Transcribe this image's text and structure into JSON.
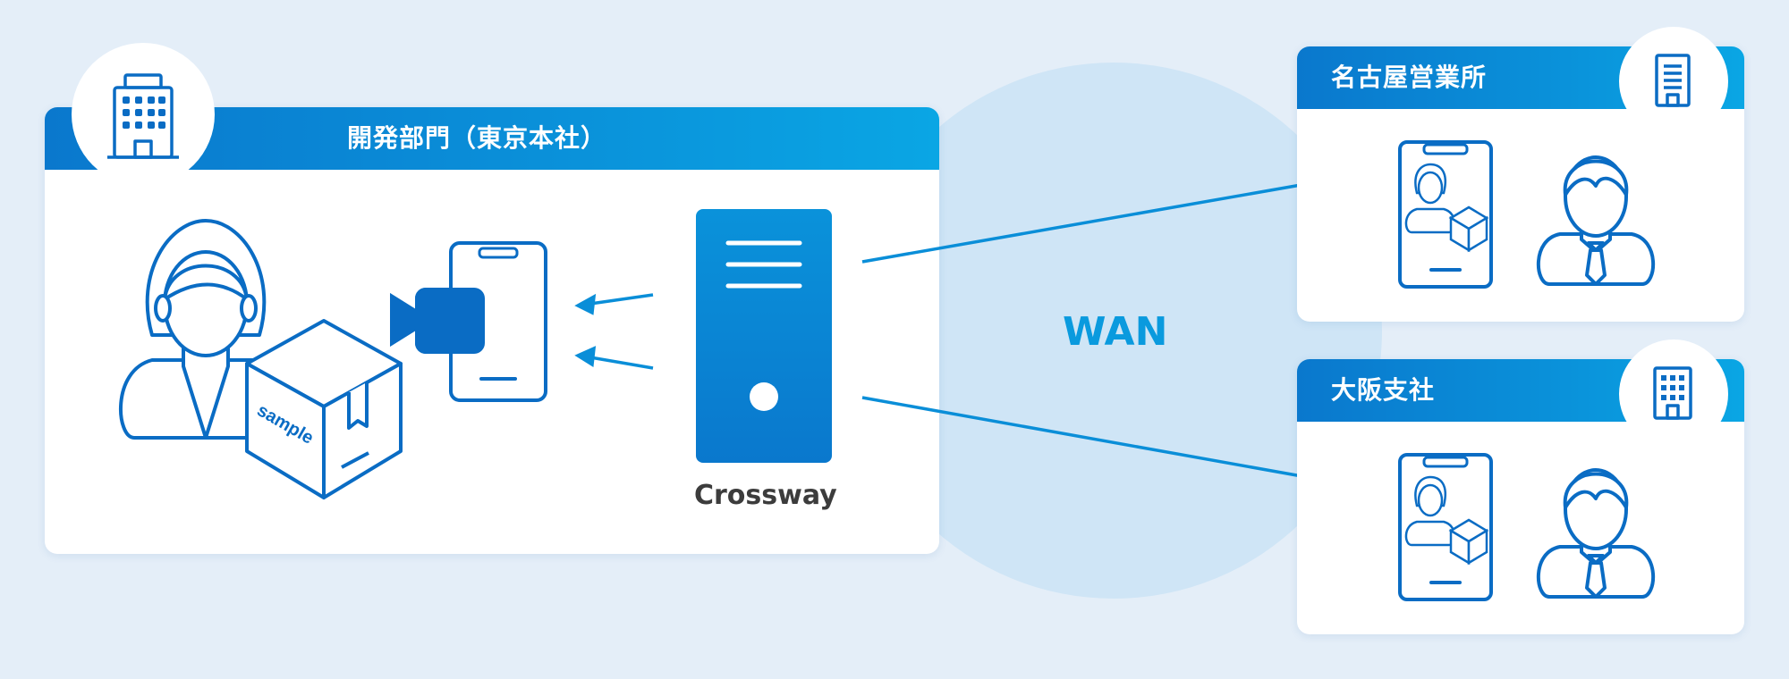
{
  "hq": {
    "title": "開発部門（東京本社）"
  },
  "server": {
    "label": "Crossway"
  },
  "network": {
    "label": "WAN"
  },
  "branches": [
    {
      "title": "名古屋営業所"
    },
    {
      "title": "大阪支社"
    }
  ],
  "box_text": "sample",
  "colors": {
    "background": "#e4eef8",
    "wan_circle": "#cfe5f6",
    "band_start": "#0a78cd",
    "band_end": "#0aa6e4",
    "icon_stroke": "#0a6cc4",
    "server_fill": "#0a86d6",
    "camera_fill": "#0a6cc4",
    "wan_text": "#0a9ade",
    "server_text": "#3c3c3c"
  },
  "icons": [
    "office-building-icon",
    "server-icon",
    "smartphone-icon",
    "video-camera-icon",
    "person-icon",
    "box-icon",
    "arrow-icon"
  ]
}
